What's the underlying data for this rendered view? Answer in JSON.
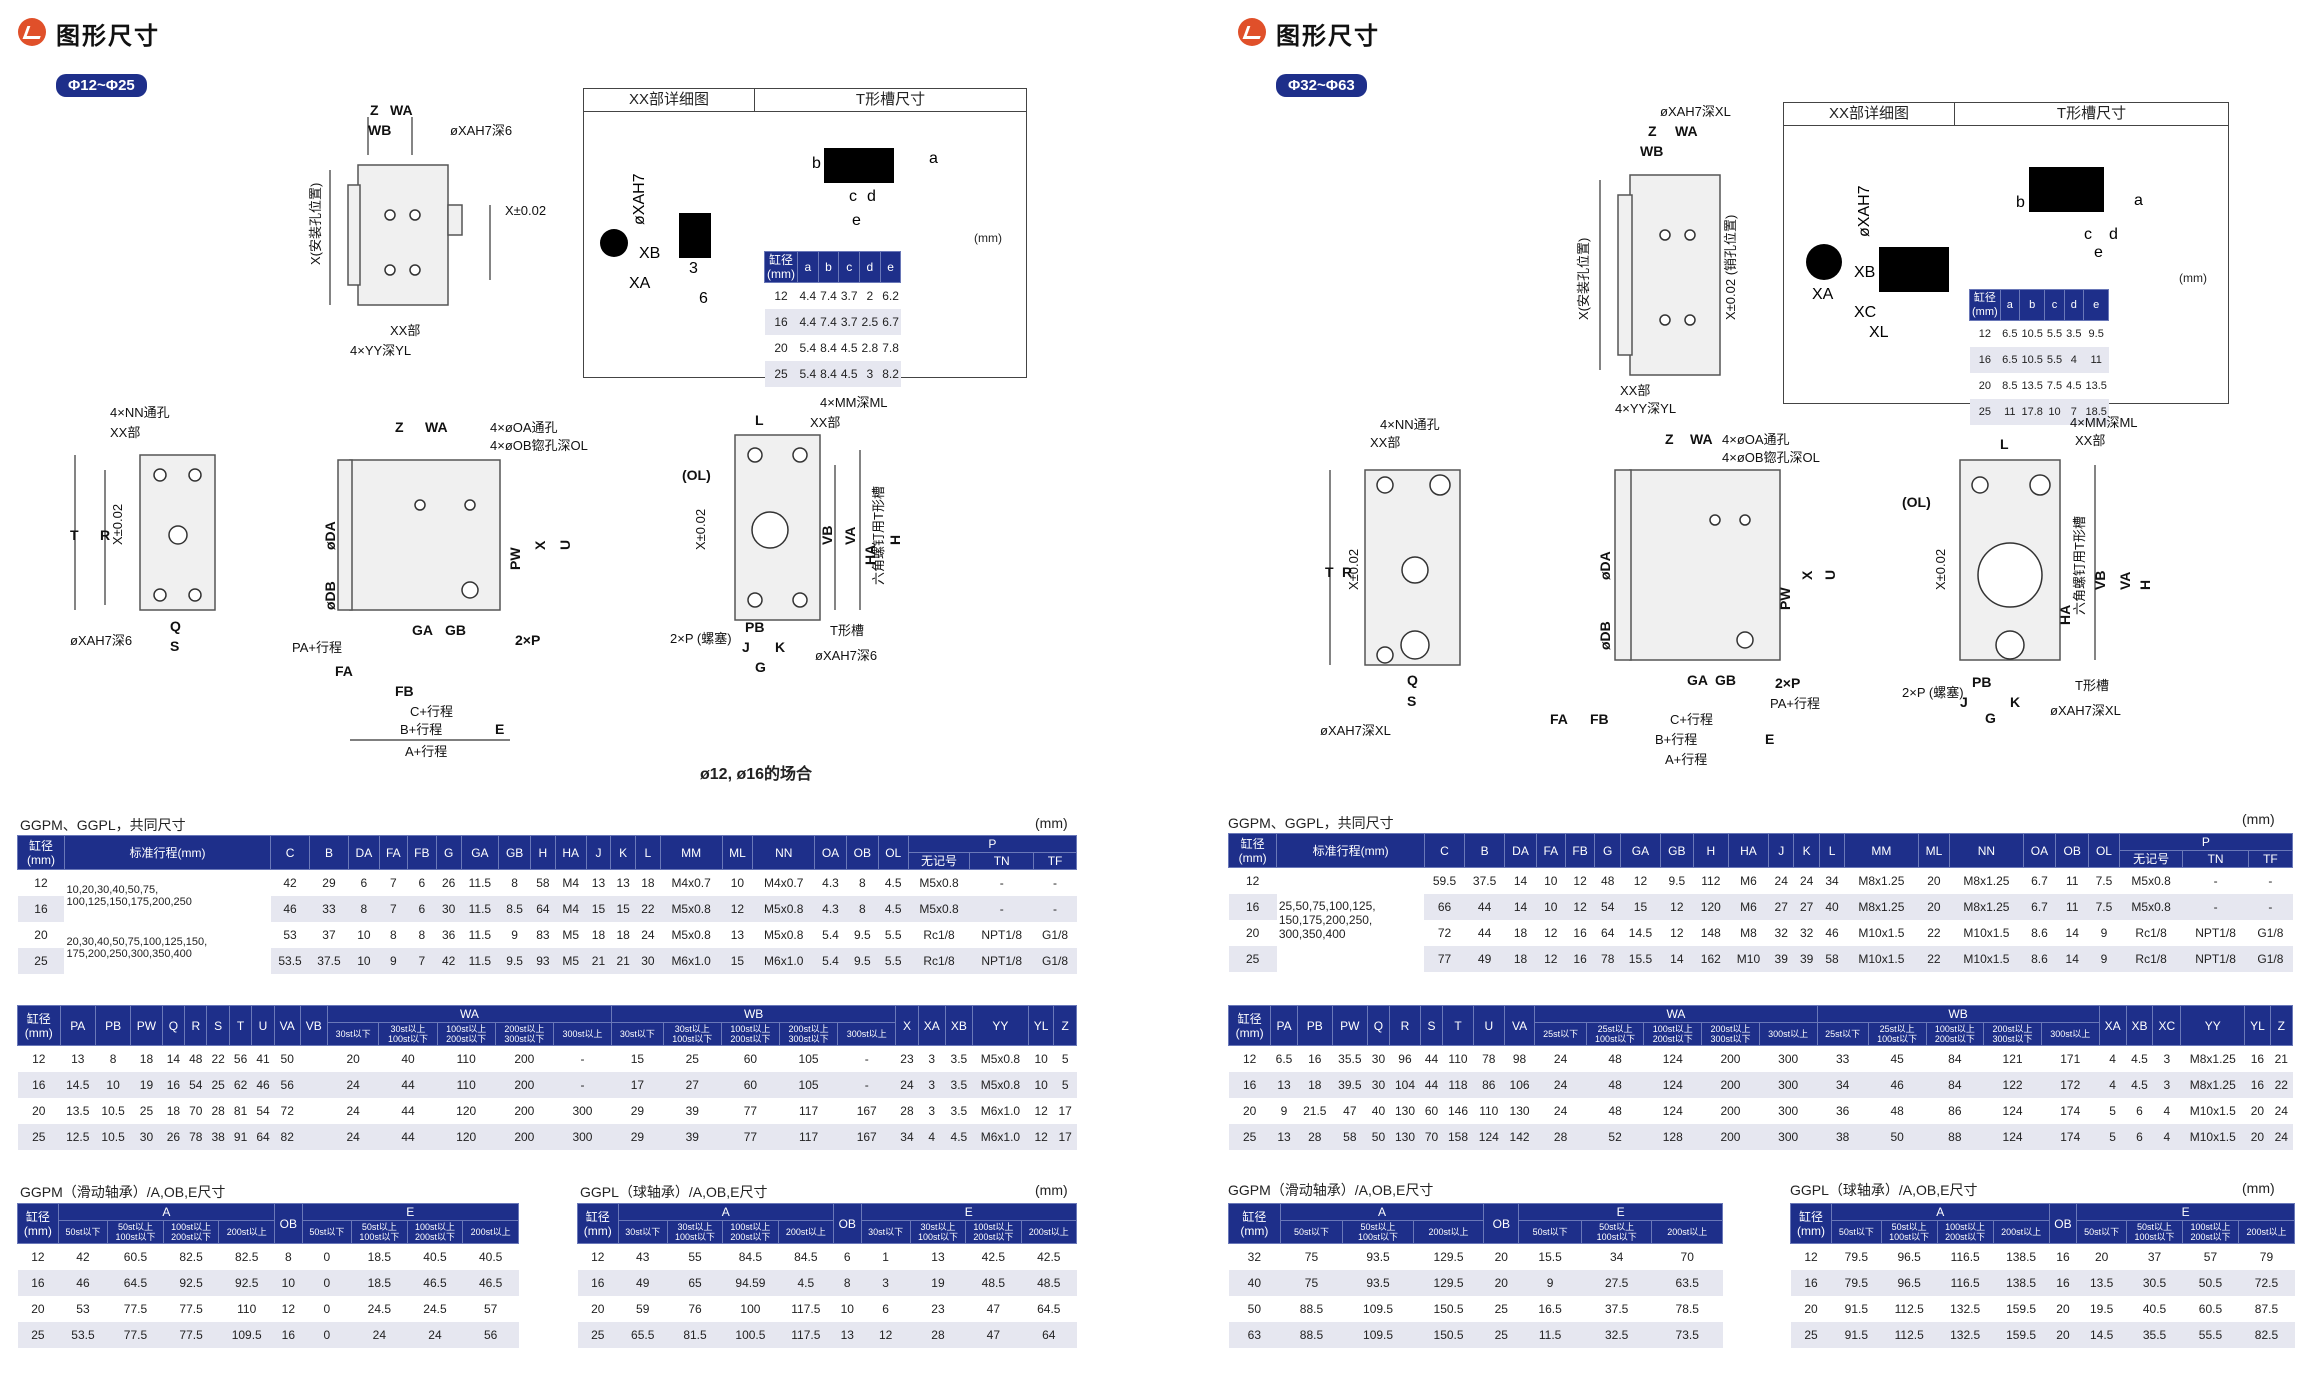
{
  "left": {
    "title": "图形尺寸",
    "range": "Φ12~Φ25",
    "detail_headers": [
      "XX部详细图",
      "T形槽尺寸"
    ],
    "tslot_unit": "(mm)",
    "tslot_headers": [
      "缸径\n(mm)",
      "a",
      "b",
      "c",
      "d",
      "e"
    ],
    "tslot_rows": [
      [
        "12",
        "4.4",
        "7.4",
        "3.7",
        "2",
        "6.2"
      ],
      [
        "16",
        "4.4",
        "7.4",
        "3.7",
        "2.5",
        "6.7"
      ],
      [
        "20",
        "5.4",
        "8.4",
        "4.5",
        "2.8",
        "7.8"
      ],
      [
        "25",
        "5.4",
        "8.4",
        "4.5",
        "3",
        "8.2"
      ]
    ],
    "drawing_labels": {
      "top_view": [
        "Z",
        "WA",
        "WB",
        "øXAH7深6",
        "X(安装孔位置)",
        "X±0.02\n(销孔位置)",
        "XX部",
        "4×YY深YL"
      ],
      "front_view": [
        "4×NN通孔",
        "XX部",
        "T",
        "R",
        "X±0.02",
        "Q",
        "S",
        "øXAH7深6"
      ],
      "side_view": [
        "Z",
        "WA",
        "4×øOA通孔",
        "4×øOB锪孔深OL",
        "øDA",
        "øDB",
        "PW",
        "X",
        "U",
        "GA",
        "GB",
        "2×P",
        "PA+行程",
        "FA",
        "FB",
        "C+行程",
        "B+行程",
        "E",
        "A+行程"
      ],
      "end_view": [
        "L",
        "4×MM深ML",
        "XX部",
        "(OL)",
        "X±0.02",
        "VB",
        "VA",
        "HA",
        "H",
        "六角螺钉用T形槽",
        "PB",
        "J",
        "K",
        "G",
        "2×P\n(螺塞)",
        "T形槽",
        "øXAH7深6"
      ],
      "detail": [
        "øXAH7",
        "XB",
        "XA",
        "3",
        "6",
        "a",
        "b",
        "c",
        "d",
        "e"
      ]
    },
    "small_case_caption": "ø12, ø16的场合",
    "common_title": "GGPM、GGPL，共同尺寸",
    "common_unit": "(mm)",
    "common_headers": [
      "缸径\n(mm)",
      "标准行程(mm)",
      "C",
      "B",
      "DA",
      "FA",
      "FB",
      "G",
      "GA",
      "GB",
      "H",
      "HA",
      "J",
      "K",
      "L",
      "MM",
      "ML",
      "NN",
      "OA",
      "OB",
      "OL",
      "P"
    ],
    "p_sub": [
      "无记号",
      "TN",
      "TF"
    ],
    "common_rows": [
      [
        "12",
        "10,20,30,40,50,75,\n100,125,150,175,200,250",
        "42",
        "29",
        "6",
        "7",
        "6",
        "26",
        "11.5",
        "8",
        "58",
        "M4",
        "13",
        "13",
        "18",
        "M4x0.7",
        "10",
        "M4x0.7",
        "4.3",
        "8",
        "4.5",
        "M5x0.8",
        "-",
        "-"
      ],
      [
        "16",
        "",
        "46",
        "33",
        "8",
        "7",
        "6",
        "30",
        "11.5",
        "8.5",
        "64",
        "M4",
        "15",
        "15",
        "22",
        "M5x0.8",
        "12",
        "M5x0.8",
        "4.3",
        "8",
        "4.5",
        "M5x0.8",
        "-",
        "-"
      ],
      [
        "20",
        "20,30,40,50,75,100,125,150,\n175,200,250,300,350,400",
        "53",
        "37",
        "10",
        "8",
        "8",
        "36",
        "11.5",
        "9",
        "83",
        "M5",
        "18",
        "18",
        "24",
        "M5x0.8",
        "13",
        "M5x0.8",
        "5.4",
        "9.5",
        "5.5",
        "Rc1/8",
        "NPT1/8",
        "G1/8"
      ],
      [
        "25",
        "",
        "53.5",
        "37.5",
        "10",
        "9",
        "7",
        "42",
        "11.5",
        "9.5",
        "93",
        "M5",
        "21",
        "21",
        "30",
        "M6x1.0",
        "15",
        "M6x1.0",
        "5.4",
        "9.5",
        "5.5",
        "Rc1/8",
        "NPT1/8",
        "G1/8"
      ]
    ],
    "second_headers": [
      "缸径\n(mm)",
      "PA",
      "PB",
      "PW",
      "Q",
      "R",
      "S",
      "T",
      "U",
      "VA",
      "VB",
      "WA",
      "WB",
      "X",
      "XA",
      "XB",
      "YY",
      "YL",
      "Z"
    ],
    "wa_sub": [
      "30st以下",
      "30st以上\n100st以下",
      "100st以上\n200st以下",
      "200st以上\n300st以下",
      "300st以上"
    ],
    "second_rows": [
      [
        "12",
        "13",
        "8",
        "18",
        "14",
        "48",
        "22",
        "56",
        "41",
        "50",
        "",
        "20",
        "40",
        "110",
        "200",
        "-",
        "15",
        "25",
        "60",
        "105",
        "-",
        "23",
        "3",
        "3.5",
        "M5x0.8",
        "10",
        "5"
      ],
      [
        "16",
        "14.5",
        "10",
        "19",
        "16",
        "54",
        "25",
        "62",
        "46",
        "56",
        "",
        "24",
        "44",
        "110",
        "200",
        "-",
        "17",
        "27",
        "60",
        "105",
        "-",
        "24",
        "3",
        "3.5",
        "M5x0.8",
        "10",
        "5"
      ],
      [
        "20",
        "13.5",
        "10.5",
        "25",
        "18",
        "70",
        "28",
        "81",
        "54",
        "72",
        "",
        "24",
        "44",
        "120",
        "200",
        "300",
        "29",
        "39",
        "77",
        "117",
        "167",
        "28",
        "3",
        "3.5",
        "M6x1.0",
        "12",
        "17"
      ],
      [
        "25",
        "12.5",
        "10.5",
        "30",
        "26",
        "78",
        "38",
        "91",
        "64",
        "82",
        "",
        "24",
        "44",
        "120",
        "200",
        "300",
        "29",
        "39",
        "77",
        "117",
        "167",
        "34",
        "4",
        "4.5",
        "M6x1.0",
        "12",
        "17"
      ]
    ],
    "ggpm_title": "GGPM（滑动轴承）/A,OB,E尺寸",
    "ggpl_title": "GGPL（球轴承）/A,OB,E尺寸",
    "ggpl_unit": "(mm)",
    "ab_headers": [
      "缸径\n(mm)",
      "A",
      "OB",
      "E"
    ],
    "ab_sub": [
      "50st以下",
      "50st以上\n100st以下",
      "100st以上\n200st以下",
      "200st以上"
    ],
    "ggpm_rows": [
      [
        "12",
        "42",
        "60.5",
        "82.5",
        "82.5",
        "8",
        "0",
        "18.5",
        "40.5",
        "40.5"
      ],
      [
        "16",
        "46",
        "64.5",
        "92.5",
        "92.5",
        "10",
        "0",
        "18.5",
        "46.5",
        "46.5"
      ],
      [
        "20",
        "53",
        "77.5",
        "77.5",
        "110",
        "12",
        "0",
        "24.5",
        "24.5",
        "57"
      ],
      [
        "25",
        "53.5",
        "77.5",
        "77.5",
        "109.5",
        "16",
        "0",
        "24",
        "24",
        "56"
      ]
    ],
    "ggpl_sub_a": [
      "30st以下",
      "30st以上\n100st以下",
      "100st以上\n200st以下",
      "200st以上"
    ],
    "ggpl_sub_e": [
      "30st以下",
      "30st以上\n100st以下",
      "100st以上\n200st以下",
      "200st以上"
    ],
    "ggpl_rows": [
      [
        "12",
        "43",
        "55",
        "84.5",
        "84.5",
        "6",
        "1",
        "13",
        "42.5",
        "42.5"
      ],
      [
        "16",
        "49",
        "65",
        "94.59",
        "4.5",
        "8",
        "3",
        "19",
        "48.5",
        "48.5"
      ],
      [
        "20",
        "59",
        "76",
        "100",
        "117.5",
        "10",
        "6",
        "23",
        "47",
        "64.5"
      ],
      [
        "25",
        "65.5",
        "81.5",
        "100.5",
        "117.5",
        "13",
        "12",
        "28",
        "47",
        "64"
      ]
    ]
  },
  "right": {
    "title": "图形尺寸",
    "range": "Φ32~Φ63",
    "detail_headers": [
      "XX部详细图",
      "T形槽尺寸"
    ],
    "tslot_unit": "(mm)",
    "tslot_headers": [
      "缸径\n(mm)",
      "a",
      "b",
      "c",
      "d",
      "e"
    ],
    "tslot_rows": [
      [
        "12",
        "6.5",
        "10.5",
        "5.5",
        "3.5",
        "9.5"
      ],
      [
        "16",
        "6.5",
        "10.5",
        "5.5",
        "4",
        "11"
      ],
      [
        "20",
        "8.5",
        "13.5",
        "7.5",
        "4.5",
        "13.5"
      ],
      [
        "25",
        "11",
        "17.8",
        "10",
        "7",
        "18.5"
      ]
    ],
    "drawing_labels": {
      "top_view": [
        "øXAH7深XL",
        "Z",
        "WA",
        "WB",
        "X(安装孔位置)",
        "X±0.02\n(销孔位置)",
        "XX部",
        "4×YY深YL"
      ],
      "front_view": [
        "4×NN通孔",
        "XX部",
        "T",
        "R",
        "X±0.02",
        "Q",
        "S",
        "øXAH7深XL"
      ],
      "side_view": [
        "Z",
        "WA",
        "4×øOA通孔",
        "4×øOB锪孔深OL",
        "øDA",
        "øDB",
        "PW",
        "X",
        "U",
        "GA",
        "GB",
        "2×P",
        "PA+行程",
        "FA",
        "FB",
        "C+行程",
        "B+行程",
        "E",
        "A+行程"
      ],
      "end_view": [
        "L",
        "4×MM深ML",
        "XX部",
        "(OL)",
        "X±0.02",
        "HA",
        "六角螺钉用T形槽",
        "VB",
        "VA",
        "H",
        "PB",
        "J",
        "K",
        "G",
        "2×P\n(螺塞)",
        "T形槽",
        "øXAH7深XL"
      ],
      "detail": [
        "øXAH7",
        "XB",
        "XA",
        "XC",
        "XL",
        "a",
        "b",
        "c",
        "d",
        "e"
      ]
    },
    "common_title": "GGPM、GGPL，共同尺寸",
    "common_unit": "(mm)",
    "common_headers": [
      "缸径\n(mm)",
      "标准行程(mm)",
      "C",
      "B",
      "DA",
      "FA",
      "FB",
      "G",
      "GA",
      "GB",
      "H",
      "HA",
      "J",
      "K",
      "L",
      "MM",
      "ML",
      "NN",
      "OA",
      "OB",
      "OL",
      "P"
    ],
    "p_sub": [
      "无记号",
      "TN",
      "TF"
    ],
    "stroke_text": "25,50,75,100,125,\n150,175,200,250,\n300,350,400",
    "common_rows": [
      [
        "12",
        "",
        "59.5",
        "37.5",
        "14",
        "10",
        "12",
        "48",
        "12",
        "9.5",
        "112",
        "M6",
        "24",
        "24",
        "34",
        "M8x1.25",
        "20",
        "M8x1.25",
        "6.7",
        "11",
        "7.5",
        "M5x0.8",
        "-",
        "-"
      ],
      [
        "16",
        "",
        "66",
        "44",
        "14",
        "10",
        "12",
        "54",
        "15",
        "12",
        "120",
        "M6",
        "27",
        "27",
        "40",
        "M8x1.25",
        "20",
        "M8x1.25",
        "6.7",
        "11",
        "7.5",
        "M5x0.8",
        "-",
        "-"
      ],
      [
        "20",
        "",
        "72",
        "44",
        "18",
        "12",
        "16",
        "64",
        "14.5",
        "12",
        "148",
        "M8",
        "32",
        "32",
        "46",
        "M10x1.5",
        "22",
        "M10x1.5",
        "8.6",
        "14",
        "9",
        "Rc1/8",
        "NPT1/8",
        "G1/8"
      ],
      [
        "25",
        "",
        "77",
        "49",
        "18",
        "12",
        "16",
        "78",
        "15.5",
        "14",
        "162",
        "M10",
        "39",
        "39",
        "58",
        "M10x1.5",
        "22",
        "M10x1.5",
        "8.6",
        "14",
        "9",
        "Rc1/8",
        "NPT1/8",
        "G1/8"
      ]
    ],
    "second_headers": [
      "缸径\n(mm)",
      "PA",
      "PB",
      "PW",
      "Q",
      "R",
      "S",
      "T",
      "U",
      "VA",
      "WA",
      "WB",
      "XA",
      "XB",
      "XC",
      "YY",
      "YL",
      "Z"
    ],
    "wa_sub": [
      "25st以下",
      "25st以上\n100st以下",
      "100st以上\n200st以下",
      "200st以上\n300st以下",
      "300st以上"
    ],
    "second_rows": [
      [
        "12",
        "6.5",
        "16",
        "35.5",
        "30",
        "96",
        "44",
        "110",
        "78",
        "98",
        "24",
        "48",
        "124",
        "200",
        "300",
        "33",
        "45",
        "84",
        "121",
        "171",
        "4",
        "4.5",
        "3",
        "M8x1.25",
        "16",
        "21"
      ],
      [
        "16",
        "13",
        "18",
        "39.5",
        "30",
        "104",
        "44",
        "118",
        "86",
        "106",
        "24",
        "48",
        "124",
        "200",
        "300",
        "34",
        "46",
        "84",
        "122",
        "172",
        "4",
        "4.5",
        "3",
        "M8x1.25",
        "16",
        "22"
      ],
      [
        "20",
        "9",
        "21.5",
        "47",
        "40",
        "130",
        "60",
        "146",
        "110",
        "130",
        "24",
        "48",
        "124",
        "200",
        "300",
        "36",
        "48",
        "86",
        "124",
        "174",
        "5",
        "6",
        "4",
        "M10x1.5",
        "20",
        "24"
      ],
      [
        "25",
        "13",
        "28",
        "58",
        "50",
        "130",
        "70",
        "158",
        "124",
        "142",
        "28",
        "52",
        "128",
        "200",
        "300",
        "38",
        "50",
        "88",
        "124",
        "174",
        "5",
        "6",
        "4",
        "M10x1.5",
        "20",
        "24"
      ]
    ],
    "ggpm_title": "GGPM（滑动轴承）/A,OB,E尺寸",
    "ggpl_title": "GGPL（球轴承）/A,OB,E尺寸",
    "ggpl_unit": "(mm)",
    "ab_headers": [
      "缸径\n(mm)",
      "A",
      "OB",
      "E"
    ],
    "ggpm_sub": [
      "50st以下",
      "50st以上\n100st以下",
      "200st以上"
    ],
    "ggpm_rows": [
      [
        "32",
        "75",
        "93.5",
        "129.5",
        "20",
        "15.5",
        "34",
        "70"
      ],
      [
        "40",
        "75",
        "93.5",
        "129.5",
        "20",
        "9",
        "27.5",
        "63.5"
      ],
      [
        "50",
        "88.5",
        "109.5",
        "150.5",
        "25",
        "16.5",
        "37.5",
        "78.5"
      ],
      [
        "63",
        "88.5",
        "109.5",
        "150.5",
        "25",
        "11.5",
        "32.5",
        "73.5"
      ]
    ],
    "ggpl_sub": [
      "50st以下",
      "50st以上\n100st以下",
      "100st以上\n200st以下",
      "200st以上"
    ],
    "ggpl_rows": [
      [
        "12",
        "79.5",
        "96.5",
        "116.5",
        "138.5",
        "16",
        "20",
        "37",
        "57",
        "79"
      ],
      [
        "16",
        "79.5",
        "96.5",
        "116.5",
        "138.5",
        "16",
        "13.5",
        "30.5",
        "50.5",
        "72.5"
      ],
      [
        "20",
        "91.5",
        "112.5",
        "132.5",
        "159.5",
        "20",
        "19.5",
        "40.5",
        "60.5",
        "87.5"
      ],
      [
        "25",
        "91.5",
        "112.5",
        "132.5",
        "159.5",
        "20",
        "14.5",
        "35.5",
        "55.5",
        "82.5"
      ]
    ]
  }
}
